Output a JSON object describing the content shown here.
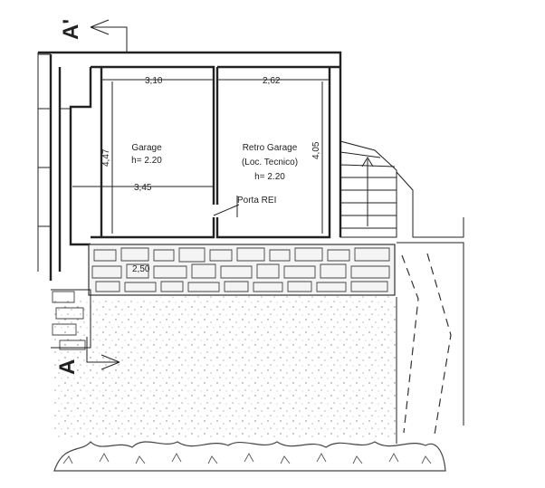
{
  "section_marks": {
    "top": "A'",
    "bottom": "A"
  },
  "rooms": [
    {
      "name": "Garage",
      "height_label": "h= 2.20"
    },
    {
      "name_line1": "Retro Garage",
      "name_line2": "(Loc. Tecnico)",
      "height_label": "h= 2.20"
    }
  ],
  "dimensions": {
    "garage_width_top": "3,10",
    "garage_width_mid": "3,45",
    "garage_depth": "4,47",
    "retro_width_top": "2,62",
    "retro_depth": "4,05",
    "outside_width": "2,50"
  },
  "labels": {
    "door": "Porta REI"
  },
  "colors": {
    "line": "#222222",
    "background": "#ffffff",
    "dots": "#777777"
  }
}
